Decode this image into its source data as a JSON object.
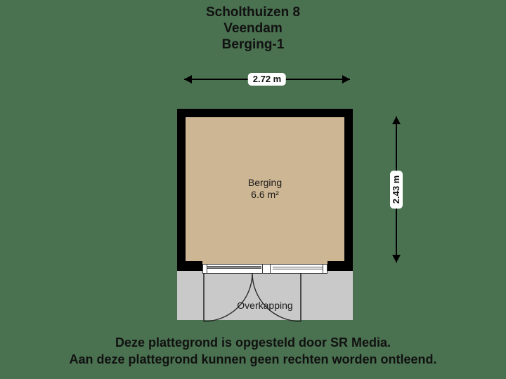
{
  "colors": {
    "background": "#4a7150",
    "wall": "#000000",
    "room_fill": "#cdb693",
    "canopy_fill": "#c9c9c9",
    "text": "#111111",
    "label_bg": "#ffffff"
  },
  "title": {
    "line1": "Scholthuizen 8",
    "line2": "Veendam",
    "line3": "Berging-1"
  },
  "dimensions": {
    "width": {
      "label": "2.72 m",
      "value": 2.72,
      "unit": "m",
      "orientation": "horizontal"
    },
    "height": {
      "label": "2.43 m",
      "value": 2.43,
      "unit": "m",
      "orientation": "vertical"
    }
  },
  "rooms": [
    {
      "name": "Berging",
      "area_label": "6.6 m²",
      "area_value": 6.6,
      "area_unit": "m²",
      "fill": "#cdb693"
    }
  ],
  "outdoor_areas": [
    {
      "name": "Overkapping",
      "fill": "#c9c9c9"
    }
  ],
  "openings": [
    {
      "type": "double-door",
      "wall": "bottom",
      "swing": "outward",
      "leaves": 2
    }
  ],
  "footer": {
    "line1": "Deze plattegrond is opgesteld door SR Media.",
    "line2": "Aan deze plattegrond kunnen geen rechten worden ontleend."
  }
}
